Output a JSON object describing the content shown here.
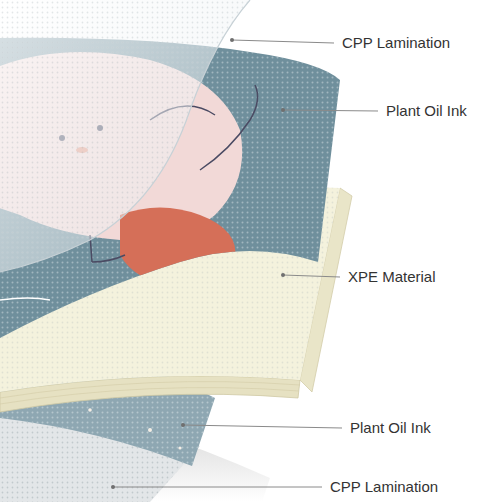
{
  "diagram": {
    "labels": [
      "CPP Lamination",
      "Plant Oil Ink",
      "XPE Material",
      "Plant Oil Ink",
      "CPP Lamination"
    ]
  }
}
